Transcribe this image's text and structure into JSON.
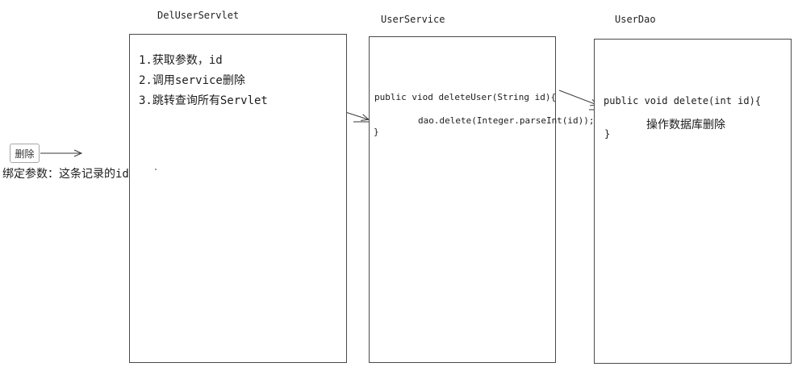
{
  "diagram": {
    "columns": [
      {
        "title": "DelUserServlet",
        "steps": [
          "1.获取参数，id",
          "2.调用service删除",
          "3.跳转查询所有Servlet"
        ]
      },
      {
        "title": "UserService",
        "code": [
          "public viod deleteUser(String id){",
          "dao.delete(Integer.parseInt(id));",
          "}"
        ]
      },
      {
        "title": "UserDao",
        "code_open": "public void delete(int id){",
        "code_body": "操作数据库删除",
        "code_close": "}"
      }
    ],
    "delete_button": {
      "label": "删除"
    },
    "bind_note": "绑定参数：这条记录的id",
    "colors": {
      "ink": "#3a3a3a",
      "box_border": "#4a4a4a",
      "button_border": "#a6a6a6"
    }
  }
}
